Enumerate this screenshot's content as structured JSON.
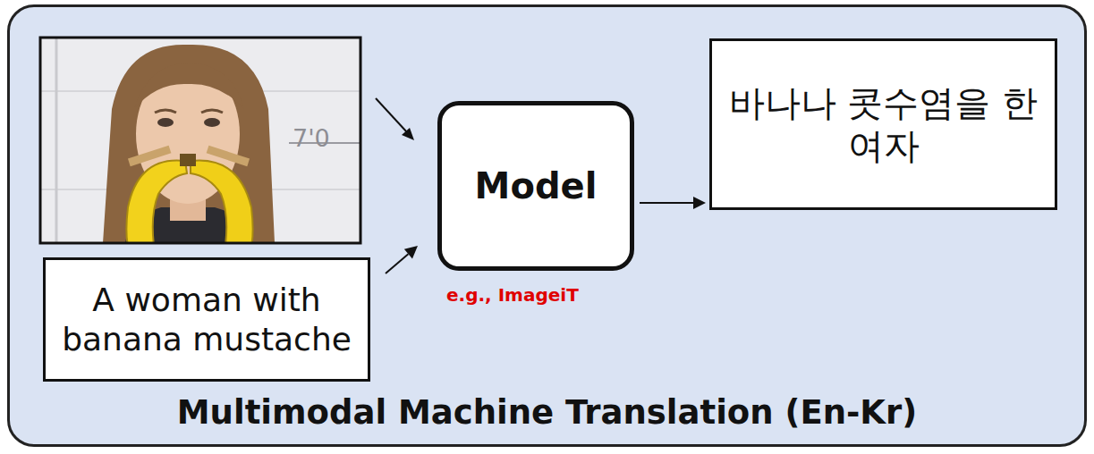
{
  "diagram": {
    "nodes": [
      {
        "text": [
          "Multimodal Machine Translation (En-Kr)"
        ]
      },
      {
        "text": [
          "A woman with banana mustache"
        ],
        "in": 0
      },
      {
        "text": [
          "Model"
        ],
        "in": 0
      },
      {
        "text": [
          "바나나 콧수염을 한 여자"
        ],
        "in": 0
      }
    ],
    "edges": [
      {
        "from": 1,
        "to": 2,
        "arrow": "to"
      },
      {
        "from": 2,
        "to": 3,
        "arrow": "to"
      }
    ],
    "labels": [
      "7'0",
      "e.g., ImageiT"
    ]
  }
}
